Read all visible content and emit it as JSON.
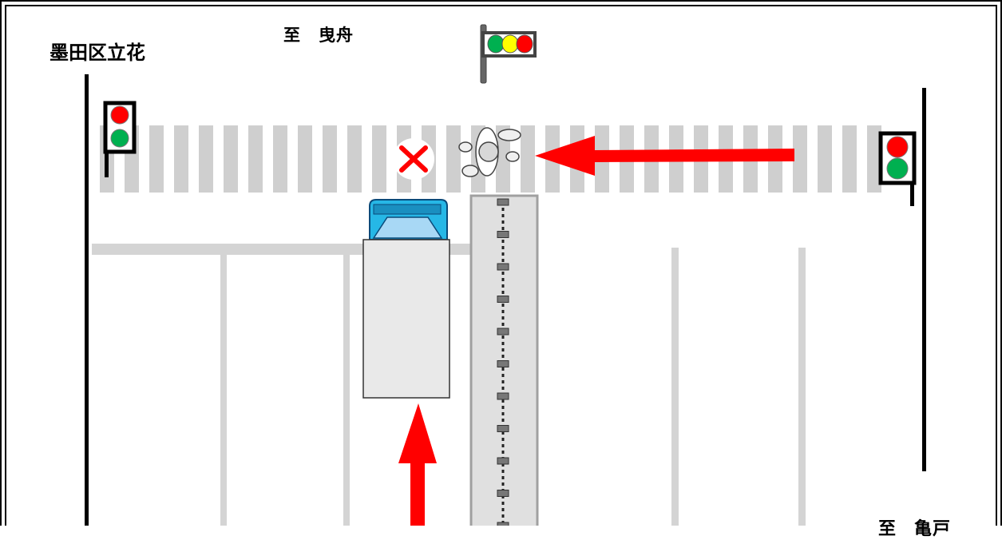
{
  "labels": {
    "place": "墨田区立花",
    "north_prefix": "至",
    "north_dest": "曳舟",
    "east_prefix": "至",
    "east_dest": "亀戸"
  },
  "colors": {
    "crosswalk": "#cfcfcf",
    "lane_line": "#d4d4d4",
    "median_fill": "#e0e0e0",
    "median_border": "#a0a0a0",
    "truck_body": "#e9e9e9",
    "truck_cab": "#26b7e6",
    "truck_windshield": "#a8d8f5",
    "arrow": "#ff0000",
    "signal_red": "#ff0000",
    "signal_green": "#00b050",
    "signal_yellow": "#ffff00",
    "frame": "#000000"
  },
  "icons": {
    "pedestrian": "pedestrian-icon",
    "forbidden": "cross-mark-icon",
    "truck": "truck-icon"
  }
}
